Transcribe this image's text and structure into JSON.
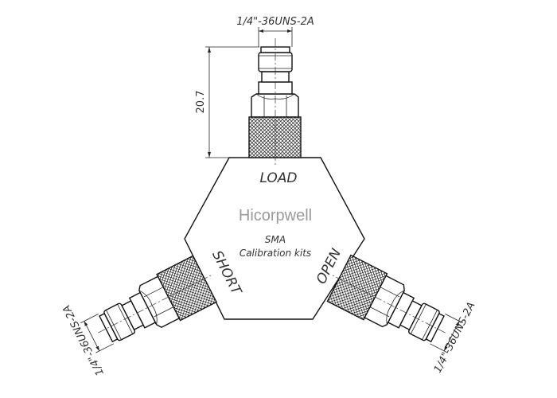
{
  "labels": {
    "load": "LOAD",
    "short": "SHORT",
    "open": "OPEN",
    "brand": "Hicorpwell",
    "product_line1": "SMA",
    "product_line2": "Calibration kits"
  },
  "dimensions": {
    "thread_top": "1/4\"-36UNS-2A",
    "thread_left": "1/4\"-36UNS-2A",
    "thread_right": "1/4\"-36UNS-2A",
    "height": "20.7"
  },
  "colors": {
    "line": "#111111",
    "brand": "#9a9a9a"
  }
}
